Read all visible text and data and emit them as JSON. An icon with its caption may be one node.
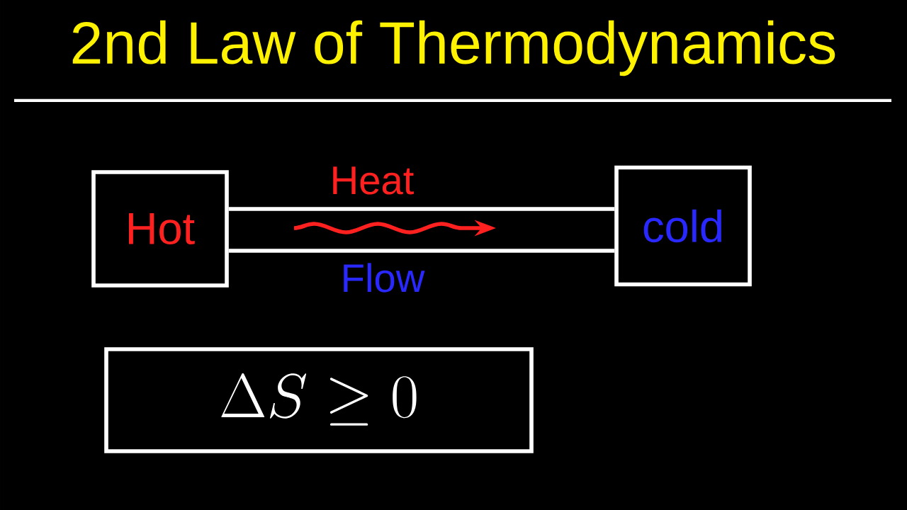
{
  "diagram": {
    "title": "2nd Law of Thermodynamics",
    "nodes": [
      {
        "text": [
          "Hot"
        ]
      },
      {
        "text": [
          "cold"
        ]
      },
      {
        "text": [
          "\\Delta S \\geq 0"
        ]
      }
    ],
    "edges": [
      {
        "from": 0,
        "to": 1,
        "arrow": "none"
      },
      {
        "from": 0,
        "to": 1,
        "arrow": "none"
      }
    ],
    "labels": [
      "Heat",
      "Flow"
    ]
  }
}
